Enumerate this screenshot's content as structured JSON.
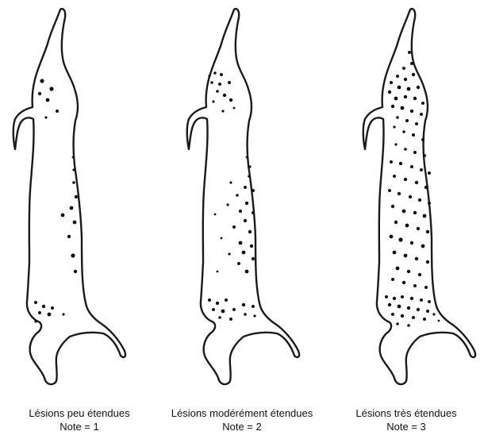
{
  "panels": [
    {
      "caption": "Lésions peu étendues",
      "note": "Note = 1",
      "score": 1
    },
    {
      "caption": "Lésions modérément étendues",
      "note": "Note = 2",
      "score": 2
    },
    {
      "caption": "Lésions très étendues",
      "note": "Note = 3",
      "score": 3
    }
  ],
  "colors": {
    "outline": "#1a1a1a",
    "lesion": "#111111",
    "background": "#ffffff"
  }
}
